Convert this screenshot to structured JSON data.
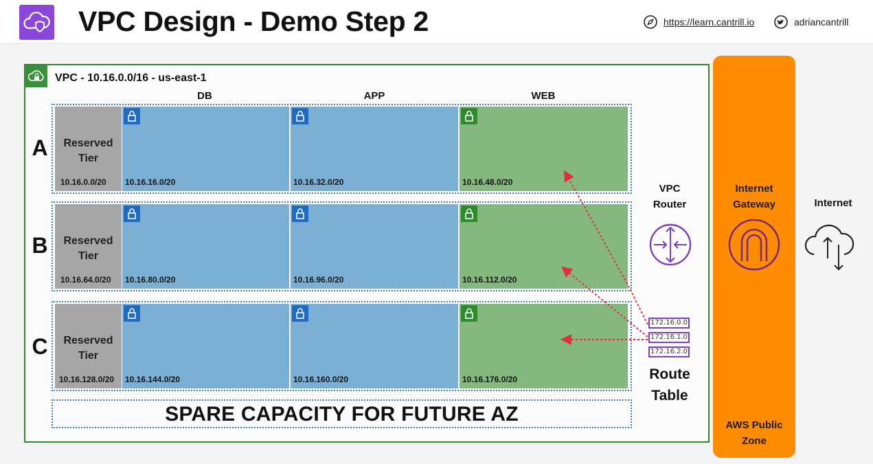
{
  "header": {
    "title": "VPC Design - Demo Step 2",
    "url": "https://learn.cantrill.io",
    "handle": "adriancantrill"
  },
  "vpc": {
    "label": "VPC - 10.16.0.0/16 - us-east-1"
  },
  "columns": [
    "DB",
    "APP",
    "WEB"
  ],
  "az_rows": [
    {
      "letter": "A",
      "reserved_title_1": "Reserved",
      "reserved_title_2": "Tier",
      "reserved_cidr": "10.16.0.0/20",
      "db": "10.16.16.0/20",
      "app": "10.16.32.0/20",
      "web": "10.16.48.0/20"
    },
    {
      "letter": "B",
      "reserved_title_1": "Reserved",
      "reserved_title_2": "Tier",
      "reserved_cidr": "10.16.64.0/20",
      "db": "10.16.80.0/20",
      "app": "10.16.96.0/20",
      "web": "10.16.112.0/20"
    },
    {
      "letter": "C",
      "reserved_title_1": "Reserved",
      "reserved_title_2": "Tier",
      "reserved_cidr": "10.16.128.0/20",
      "db": "10.16.144.0/20",
      "app": "10.16.160.0/20",
      "web": "10.16.176.0/20"
    }
  ],
  "spare": "SPARE CAPACITY FOR FUTURE AZ",
  "router": {
    "line1": "VPC",
    "line2": "Router"
  },
  "route_table": {
    "entries": [
      "172.16.0.0",
      "172.16.1.0",
      "172.16.2.0"
    ],
    "line1": "Route",
    "line2": "Table"
  },
  "igw": {
    "line1": "Internet",
    "line2": "Gateway",
    "zone1": "AWS Public",
    "zone2": "Zone"
  },
  "internet": "Internet",
  "colors": {
    "vpc_border": "#2e8b2e",
    "reserved": "#a6a6a6",
    "private_subnet": "#7bafd4",
    "public_subnet": "#84b87f",
    "igw": "#ff8c00",
    "router": "#7a3fc1",
    "arrow": "#e0303c"
  },
  "icons": [
    "cloud-shield-icon",
    "compass-icon",
    "twitter-icon",
    "vpc-cloud-lock-icon",
    "padlock-icon",
    "router-icon",
    "internet-gateway-icon",
    "internet-cloud-icon"
  ]
}
